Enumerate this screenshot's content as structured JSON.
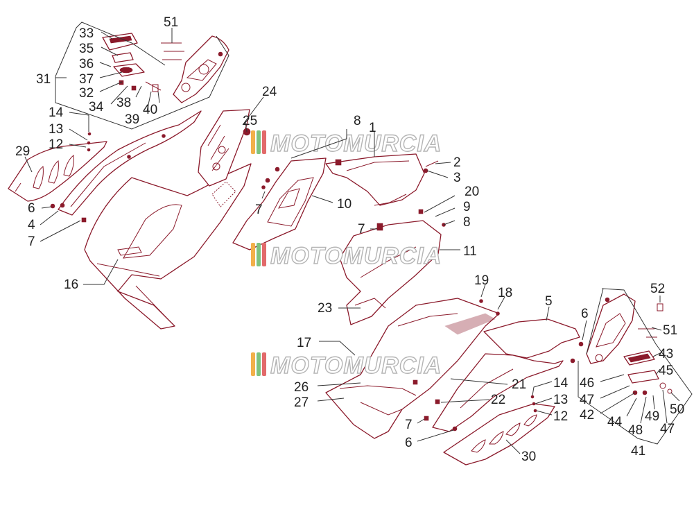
{
  "diagram": {
    "callouts": [
      {
        "id": "c51a",
        "text": "51"
      },
      {
        "id": "c33",
        "text": "33"
      },
      {
        "id": "c35",
        "text": "35"
      },
      {
        "id": "c36",
        "text": "36"
      },
      {
        "id": "c37",
        "text": "37"
      },
      {
        "id": "c31",
        "text": "31"
      },
      {
        "id": "c32",
        "text": "32"
      },
      {
        "id": "c34",
        "text": "34"
      },
      {
        "id": "c38",
        "text": "38"
      },
      {
        "id": "c39",
        "text": "39"
      },
      {
        "id": "c40",
        "text": "40"
      },
      {
        "id": "c24",
        "text": "24"
      },
      {
        "id": "c25",
        "text": "25"
      },
      {
        "id": "c14a",
        "text": "14"
      },
      {
        "id": "c13a",
        "text": "13"
      },
      {
        "id": "c12a",
        "text": "12"
      },
      {
        "id": "c29",
        "text": "29"
      },
      {
        "id": "c6a",
        "text": "6"
      },
      {
        "id": "c4",
        "text": "4"
      },
      {
        "id": "c7a",
        "text": "7"
      },
      {
        "id": "c16",
        "text": "16"
      },
      {
        "id": "c8a",
        "text": "8"
      },
      {
        "id": "c1",
        "text": "1"
      },
      {
        "id": "c2",
        "text": "2"
      },
      {
        "id": "c3",
        "text": "3"
      },
      {
        "id": "c7b",
        "text": "7"
      },
      {
        "id": "c10",
        "text": "10"
      },
      {
        "id": "c20",
        "text": "20"
      },
      {
        "id": "c9",
        "text": "9"
      },
      {
        "id": "c8b",
        "text": "8"
      },
      {
        "id": "c7c",
        "text": "7"
      },
      {
        "id": "c11",
        "text": "11"
      },
      {
        "id": "c19",
        "text": "19"
      },
      {
        "id": "c18",
        "text": "18"
      },
      {
        "id": "c23",
        "text": "23"
      },
      {
        "id": "c5",
        "text": "5"
      },
      {
        "id": "c6b",
        "text": "6"
      },
      {
        "id": "c52",
        "text": "52"
      },
      {
        "id": "c51b",
        "text": "51"
      },
      {
        "id": "c17",
        "text": "17"
      },
      {
        "id": "c43",
        "text": "43"
      },
      {
        "id": "c45",
        "text": "45"
      },
      {
        "id": "c26",
        "text": "26"
      },
      {
        "id": "c21",
        "text": "21"
      },
      {
        "id": "c14b",
        "text": "14"
      },
      {
        "id": "c46",
        "text": "46"
      },
      {
        "id": "c27",
        "text": "27"
      },
      {
        "id": "c22",
        "text": "22"
      },
      {
        "id": "c13b",
        "text": "13"
      },
      {
        "id": "c47a",
        "text": "47"
      },
      {
        "id": "c42",
        "text": "42"
      },
      {
        "id": "c44",
        "text": "44"
      },
      {
        "id": "c7d",
        "text": "7"
      },
      {
        "id": "c12b",
        "text": "12"
      },
      {
        "id": "c50",
        "text": "50"
      },
      {
        "id": "c49",
        "text": "49"
      },
      {
        "id": "c6c",
        "text": "6"
      },
      {
        "id": "c48",
        "text": "48"
      },
      {
        "id": "c47b",
        "text": "47"
      },
      {
        "id": "c30",
        "text": "30"
      },
      {
        "id": "c41",
        "text": "41"
      }
    ]
  },
  "watermark": {
    "text": "MOTOMURCIA",
    "stripe_colors": [
      "#f2b04a",
      "#7ec27e",
      "#e26a6a"
    ]
  },
  "colors": {
    "line_art": "#8b1a2b",
    "leader": "#333333",
    "label": "#222222"
  }
}
